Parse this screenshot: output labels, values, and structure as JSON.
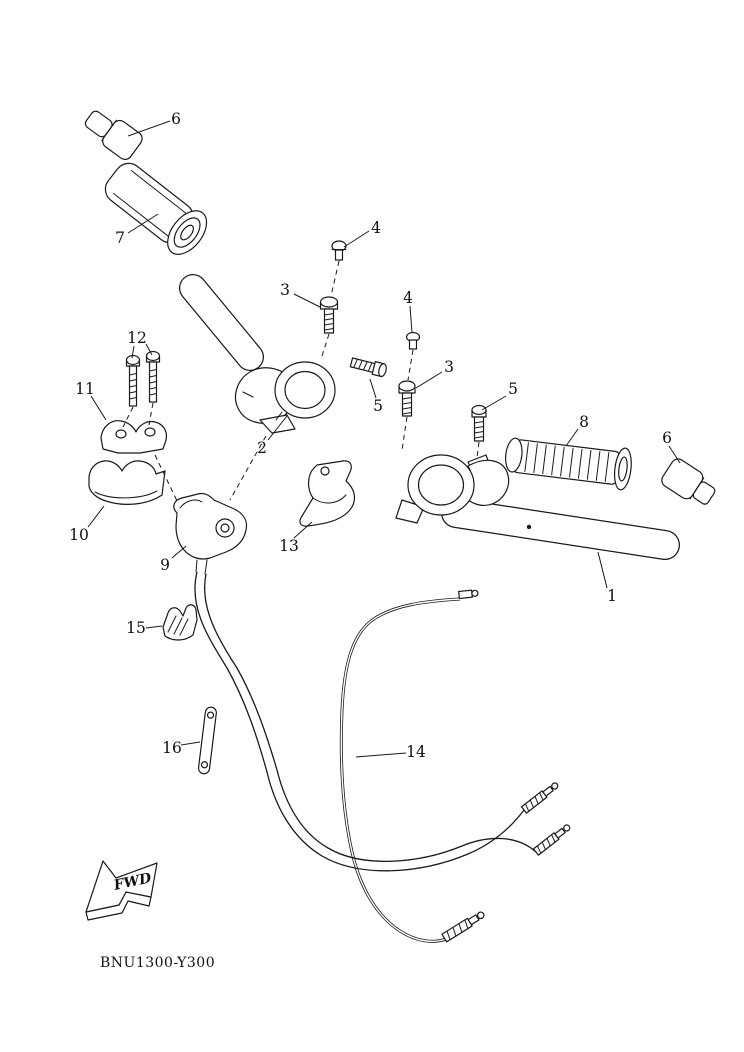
{
  "diagram_code": "BNU1300-Y300",
  "fwd_arrow_label": "FWD",
  "callouts": {
    "c1": "1",
    "c2": "2",
    "c3a": "3",
    "c3b": "3",
    "c4a": "4",
    "c4b": "4",
    "c5a": "5",
    "c5b": "5",
    "c6a": "6",
    "c6b": "6",
    "c7": "7",
    "c8": "8",
    "c9": "9",
    "c10": "10",
    "c11": "11",
    "c12": "12",
    "c13": "13",
    "c14": "14",
    "c15": "15",
    "c16": "16"
  }
}
